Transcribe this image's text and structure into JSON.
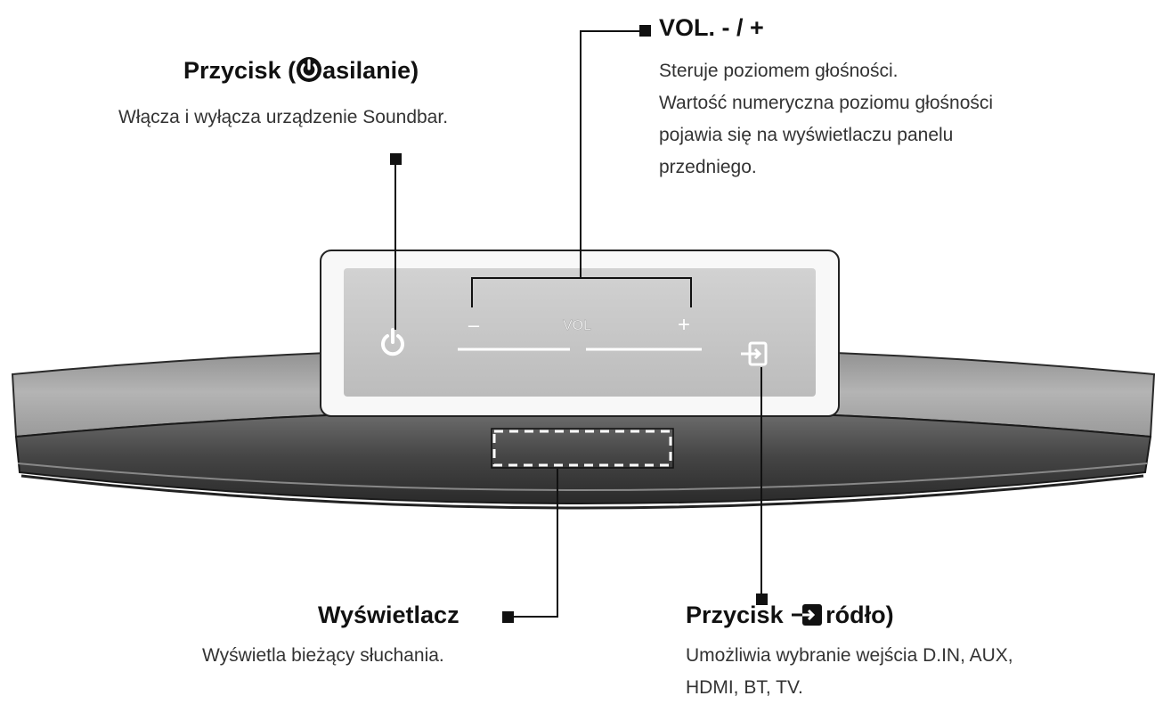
{
  "power": {
    "title_prefix": "Przycisk (",
    "title_suffix": "asilanie)",
    "icon": "power-icon",
    "description": [
      "Włącza i wyłącza urządzenie Soundbar."
    ]
  },
  "volume": {
    "title": "VOL. - / +",
    "description": [
      "Steruje poziomem głośności.",
      "Wartość numeryczna poziomu głośności",
      "pojawia się na wyświetlaczu panelu",
      "przedniego."
    ]
  },
  "panel": {
    "minus": "–",
    "vol": "VOL",
    "plus": "+",
    "power_icon": "power-icon",
    "source_icon": "source-input-icon"
  },
  "display": {
    "title": "Wyświetlacz",
    "description": [
      "Wyświetla bieżący słuchania."
    ]
  },
  "source": {
    "title_prefix": "Przycisk ",
    "title_suffix": "ródło)",
    "icon": "source-input-icon",
    "description": [
      "Umożliwia wybranie wejścia D.IN, AUX,",
      "HDMI, BT, TV."
    ]
  },
  "colors": {
    "panel_fill": "#c9c9c9",
    "bar_top": "#a8a8a8",
    "bar_front": "#5a5a5a",
    "text": "#111111"
  }
}
